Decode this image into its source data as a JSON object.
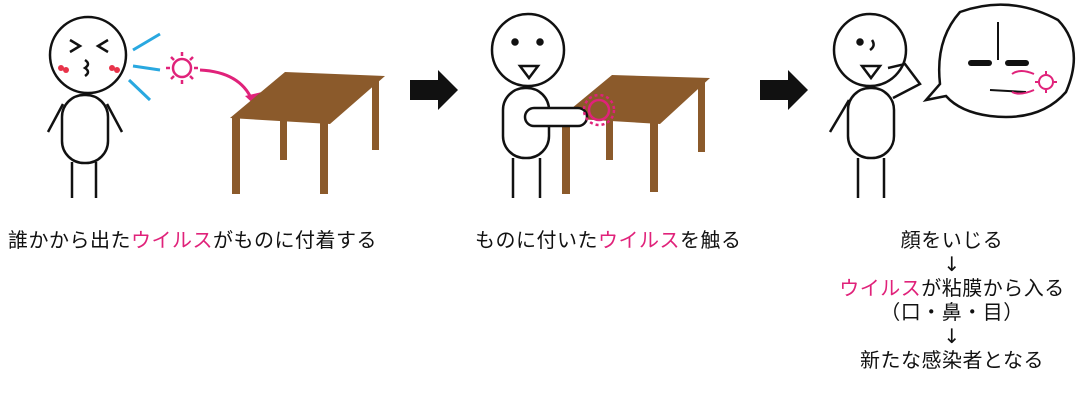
{
  "colors": {
    "virus": "#e0227a",
    "table": "#8b5a2b",
    "sneeze_lines": "#29a8e0",
    "cheek": "#e8334a",
    "arrow": "#111111"
  },
  "icons": [
    "sneezing-person-icon",
    "virus-icon",
    "table-icon",
    "right-arrow-icon",
    "person-touching-face-icon",
    "face-closeup-bubble-icon"
  ],
  "steps": [
    {
      "pre": "誰かから出た",
      "highlight": "ウイルス",
      "post": "がものに付着する"
    },
    {
      "pre": "ものに付いた",
      "highlight": "ウイルス",
      "post": "を触る"
    },
    {
      "line1": "顔をいじる",
      "down1": "↓",
      "highlight": "ウイルス",
      "post": "が粘膜から入る",
      "paren": "（口・鼻・目）",
      "down2": "↓",
      "line_last": "新たな感染者となる"
    }
  ]
}
